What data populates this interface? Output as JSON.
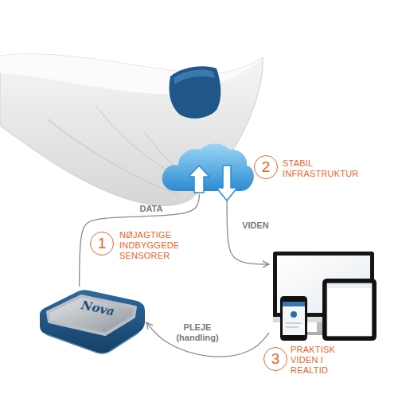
{
  "diagram": {
    "nodes": [
      {
        "text": [
          "NØJAGTIGE INDBYGGEDE SENSORER",
          "Nova"
        ]
      },
      {
        "text": [
          "STABIL INFRASTRUKTUR"
        ]
      },
      {
        "text": [
          "PRAKTISK VIDEN I REALTID"
        ]
      }
    ],
    "edges": [
      {
        "from": 0,
        "to": 1,
        "arrow": "none",
        "label": "DATA"
      },
      {
        "from": 1,
        "to": 2,
        "arrow": "to",
        "label": "VIDEN"
      },
      {
        "from": 2,
        "to": 0,
        "arrow": "to",
        "label": "PLEJE (handling)"
      }
    ],
    "labels": [
      "1",
      "2",
      "3"
    ]
  }
}
